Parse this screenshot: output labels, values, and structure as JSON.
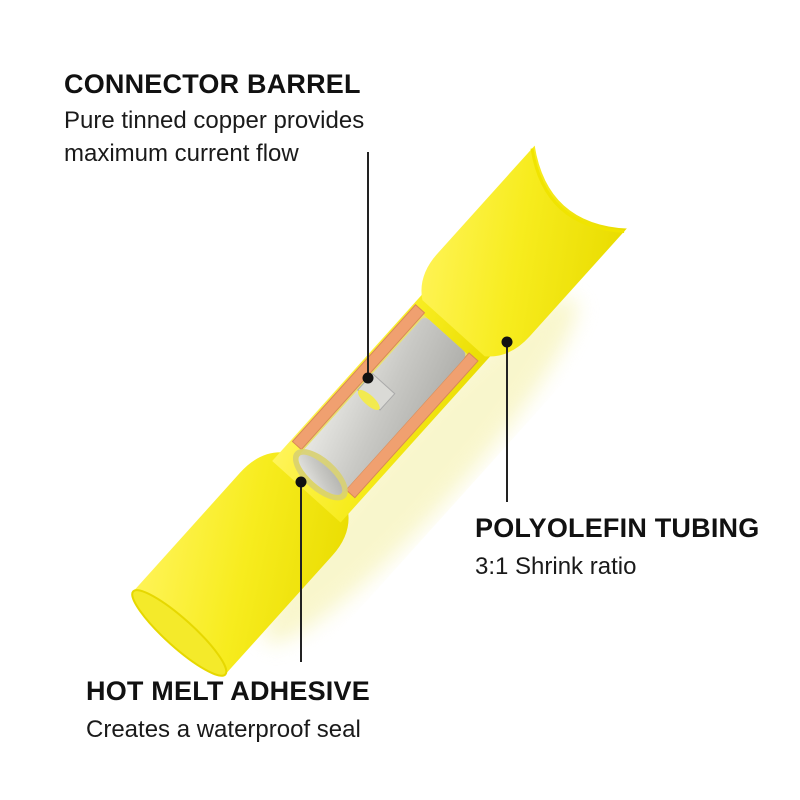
{
  "callouts": {
    "connector_barrel": {
      "title": "CONNECTOR BARREL",
      "desc_line1": "Pure tinned copper provides",
      "desc_line2": "maximum current flow"
    },
    "polyolefin_tubing": {
      "title": "POLYOLEFIN TUBING",
      "desc_line1": "3:1 Shrink ratio"
    },
    "hot_melt_adhesive": {
      "title": "HOT MELT ADHESIVE",
      "desc_line1": "Creates a waterproof seal"
    }
  },
  "colors": {
    "tubing_yellow": "#f5ec1a",
    "adhesive_orange": "#f0a070",
    "barrel_silver": "#c8c8c4",
    "leader_line": "#222222"
  }
}
